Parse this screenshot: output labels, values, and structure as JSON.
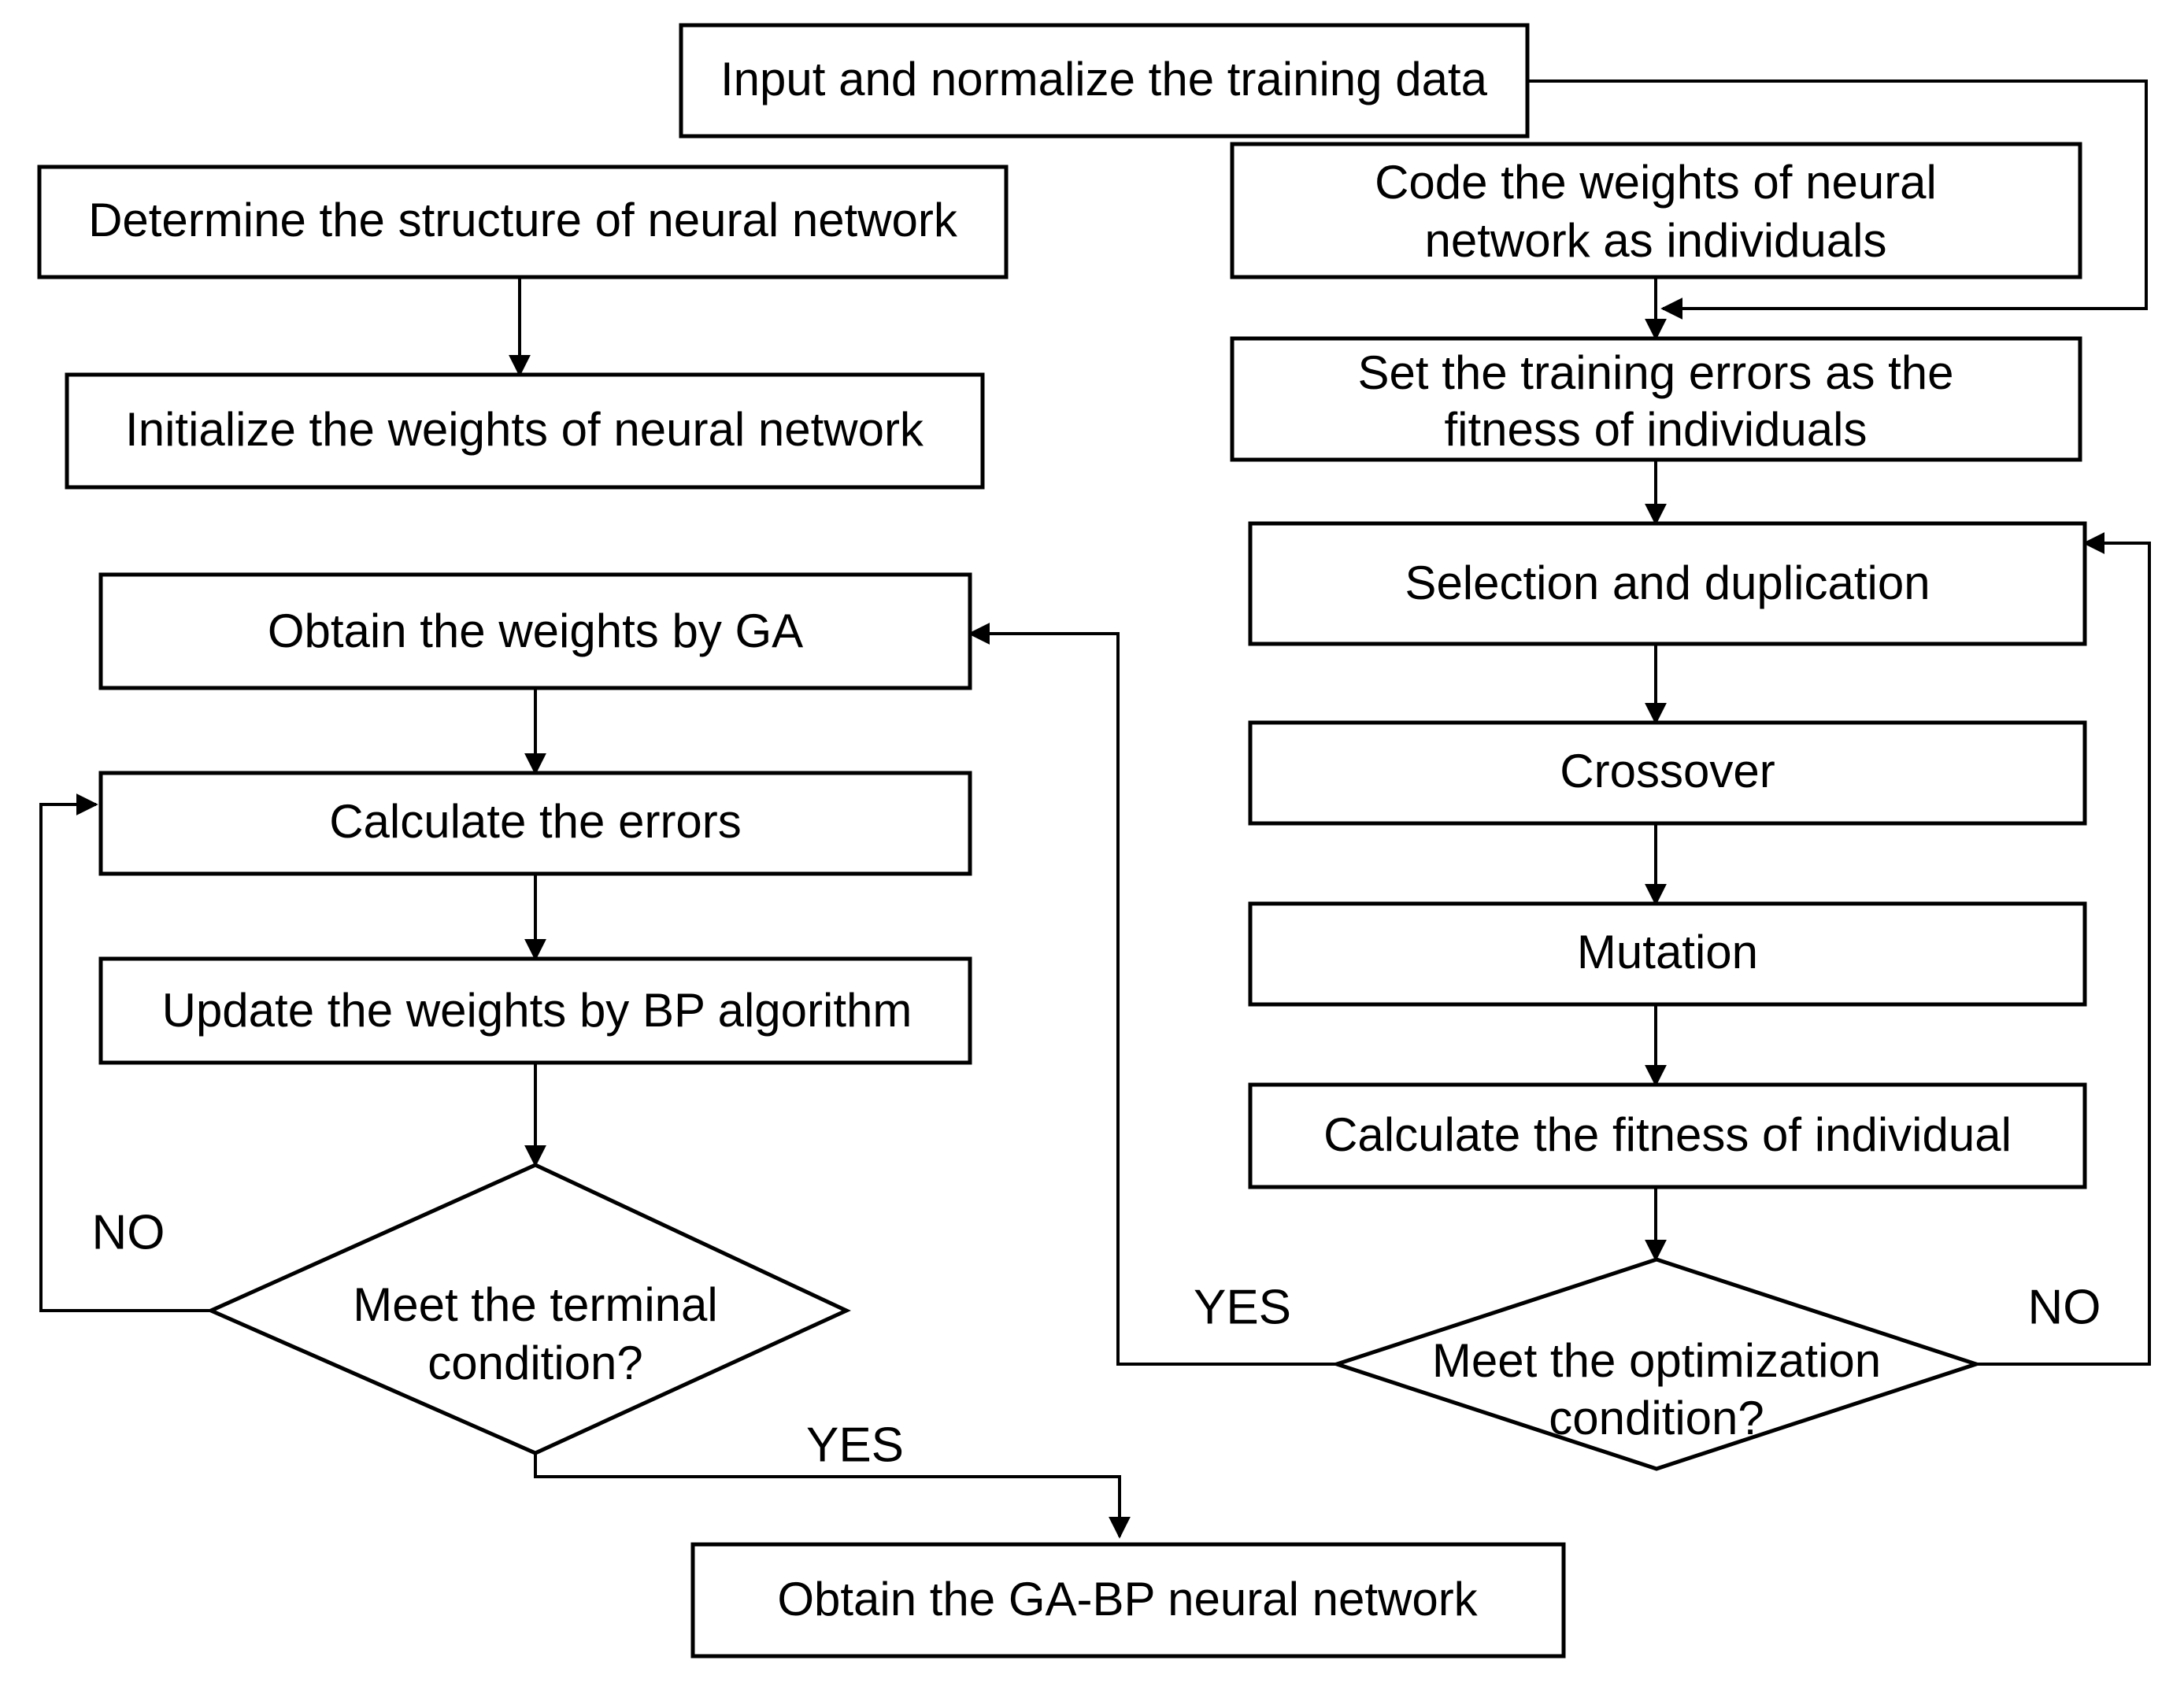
{
  "diagram": {
    "title": "GA-BP neural network training flowchart",
    "colors": {
      "stroke": "#000000",
      "fill": "#ffffff",
      "text": "#000000"
    },
    "nodes": {
      "input_normalize": {
        "label": "Input and normalize the training data",
        "shape": "process"
      },
      "determine_structure": {
        "label": "Determine the structure of neural network",
        "shape": "process"
      },
      "initialize_weights": {
        "label": "Initialize the weights of neural network",
        "shape": "process"
      },
      "code_weights": {
        "line1": "Code the weights of neural",
        "line2": "network as individuals",
        "shape": "process"
      },
      "set_training_errors": {
        "line1": "Set the training errors as the",
        "line2": "fitness of individuals",
        "shape": "process"
      },
      "selection_duplication": {
        "label": "Selection and duplication",
        "shape": "process"
      },
      "crossover": {
        "label": "Crossover",
        "shape": "process"
      },
      "mutation": {
        "label": "Mutation",
        "shape": "process"
      },
      "calculate_fitness": {
        "label": "Calculate the fitness of individual",
        "shape": "process"
      },
      "meet_optimization": {
        "line1": "Meet the optimization",
        "line2": "condition?",
        "shape": "decision"
      },
      "obtain_weights_ga": {
        "label": "Obtain the weights by GA",
        "shape": "process"
      },
      "calculate_errors": {
        "label": "Calculate the errors",
        "shape": "process"
      },
      "update_weights_bp": {
        "label": "Update the weights by BP algorithm",
        "shape": "process"
      },
      "meet_terminal": {
        "line1": "Meet the terminal",
        "line2": "condition?",
        "shape": "decision"
      },
      "obtain_gabp": {
        "label": "Obtain the GA-BP neural network",
        "shape": "process"
      }
    },
    "edge_labels": {
      "optimization_yes": "YES",
      "optimization_no": "NO",
      "terminal_no": "NO",
      "terminal_yes": "YES"
    }
  }
}
